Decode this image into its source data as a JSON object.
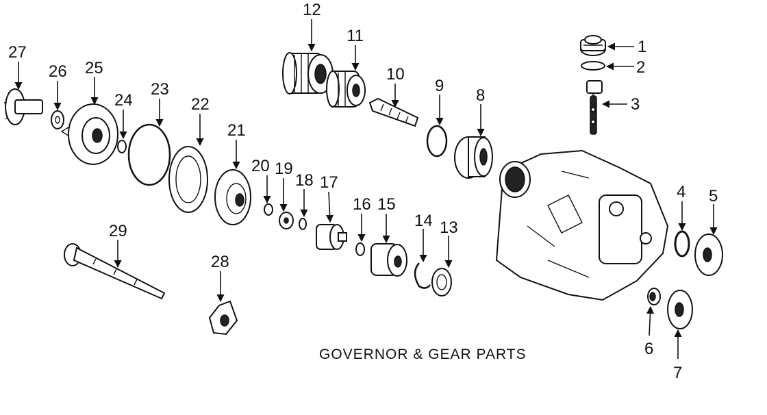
{
  "diagram": {
    "title": "GOVERNOR & GEAR PARTS",
    "callouts": [
      "1",
      "2",
      "3",
      "4",
      "5",
      "6",
      "7",
      "8",
      "9",
      "10",
      "11",
      "12",
      "13",
      "14",
      "15",
      "16",
      "17",
      "18",
      "19",
      "20",
      "21",
      "22",
      "23",
      "24",
      "25",
      "26",
      "27",
      "28",
      "29"
    ]
  }
}
